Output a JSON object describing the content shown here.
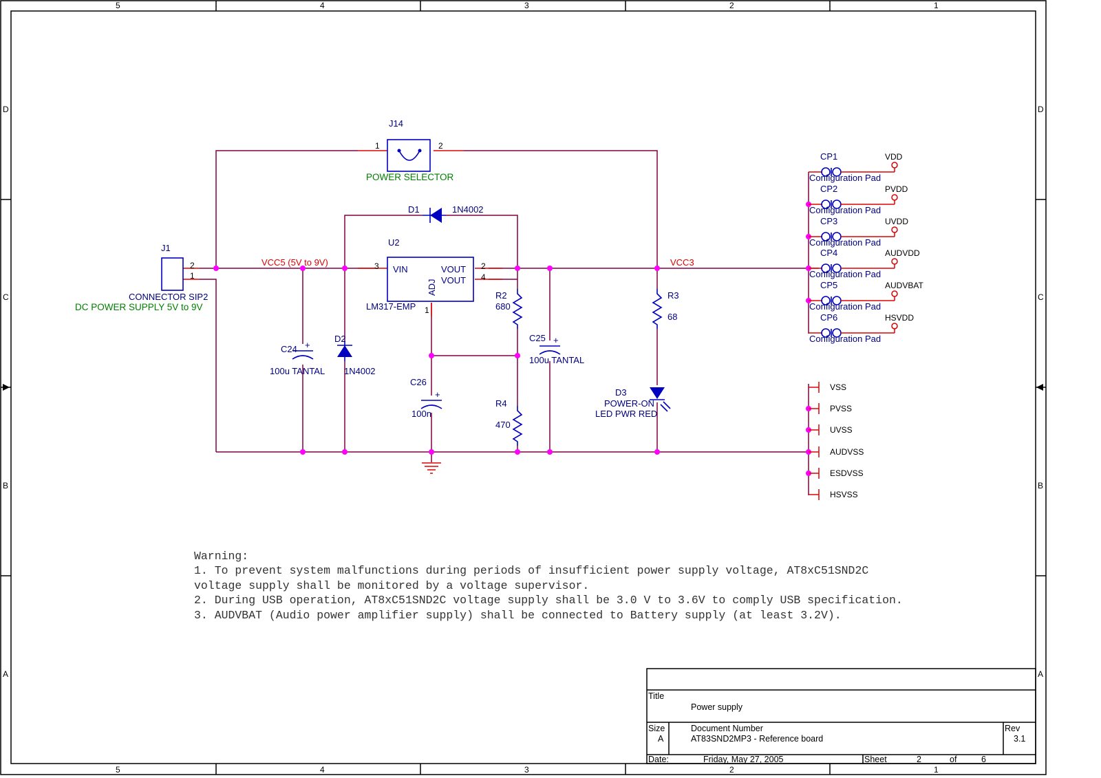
{
  "border": {
    "columns": [
      "5",
      "4",
      "3",
      "2",
      "1"
    ],
    "rows": [
      "D",
      "C",
      "B",
      "A"
    ]
  },
  "components": {
    "j14": {
      "ref": "J14",
      "desc": "POWER SELECTOR",
      "pin1": "1",
      "pin2": "2"
    },
    "j1": {
      "ref": "J1",
      "desc": "CONNECTOR SIP2",
      "desc2": "DC POWER SUPPLY 5V to 9V",
      "pin1": "1",
      "pin2": "2"
    },
    "d1": {
      "ref": "D1",
      "value": "1N4002"
    },
    "d2": {
      "ref": "D2",
      "value": "1N4002"
    },
    "u2": {
      "ref": "U2",
      "part": "LM317-EMP",
      "vin": "VIN",
      "vout1": "VOUT",
      "vout2": "VOUT",
      "adj": "ADJ",
      "pin3": "3",
      "pin2": "2",
      "pin4": "4",
      "pin1": "1"
    },
    "r2": {
      "ref": "R2",
      "value": "680"
    },
    "r3": {
      "ref": "R3",
      "value": "68"
    },
    "r4": {
      "ref": "R4",
      "value": "470"
    },
    "c24": {
      "ref": "C24",
      "value": "100u TANTAL"
    },
    "c25": {
      "ref": "C25",
      "value": "100u TANTAL"
    },
    "c26": {
      "ref": "C26",
      "value": "100n"
    },
    "d3": {
      "ref": "D3",
      "desc": "POWER-ON",
      "value": "LED PWR RED"
    }
  },
  "nets": {
    "vcc5": "VCC5 (5V to 9V)",
    "vcc3": "VCC3"
  },
  "config_pads": [
    {
      "ref": "CP1",
      "net": "VDD",
      "label": "Configuration Pad"
    },
    {
      "ref": "CP2",
      "net": "PVDD",
      "label": "Configuration Pad"
    },
    {
      "ref": "CP3",
      "net": "UVDD",
      "label": "Configuration Pad"
    },
    {
      "ref": "CP4",
      "net": "AUDVDD",
      "label": "Configuration Pad"
    },
    {
      "ref": "CP5",
      "net": "AUDVBAT",
      "label": "Configuration Pad"
    },
    {
      "ref": "CP6",
      "net": "HSVDD",
      "label": "Configuration Pad"
    }
  ],
  "ground_nets": [
    "VSS",
    "PVSS",
    "UVSS",
    "AUDVSS",
    "ESDVSS",
    "HSVSS"
  ],
  "warning": {
    "title": "Warning:",
    "lines": [
      "1. To prevent system malfunctions during periods of insufficient power supply voltage, AT8xC51SND2C",
      "voltage supply shall be monitored by a voltage supervisor.",
      "2. During USB operation,  AT8xC51SND2C voltage supply shall be 3.0 V to 3.6V to comply USB specification.",
      "3. AUDVBAT (Audio power amplifier supply) shall be connected to Battery supply (at least 3.2V)."
    ]
  },
  "title_block": {
    "title_label": "Title",
    "title": "Power supply",
    "size_label": "Size",
    "size": "A",
    "docnum_label": "Document Number",
    "docnum": "AT83SND2MP3 - Reference board",
    "rev_label": "Rev",
    "rev": "3.1",
    "date_label": "Date:",
    "date": "Friday, May 27, 2005",
    "sheet_label": "Sheet",
    "sheet": "2",
    "of_label": "of",
    "sheets": "6"
  }
}
